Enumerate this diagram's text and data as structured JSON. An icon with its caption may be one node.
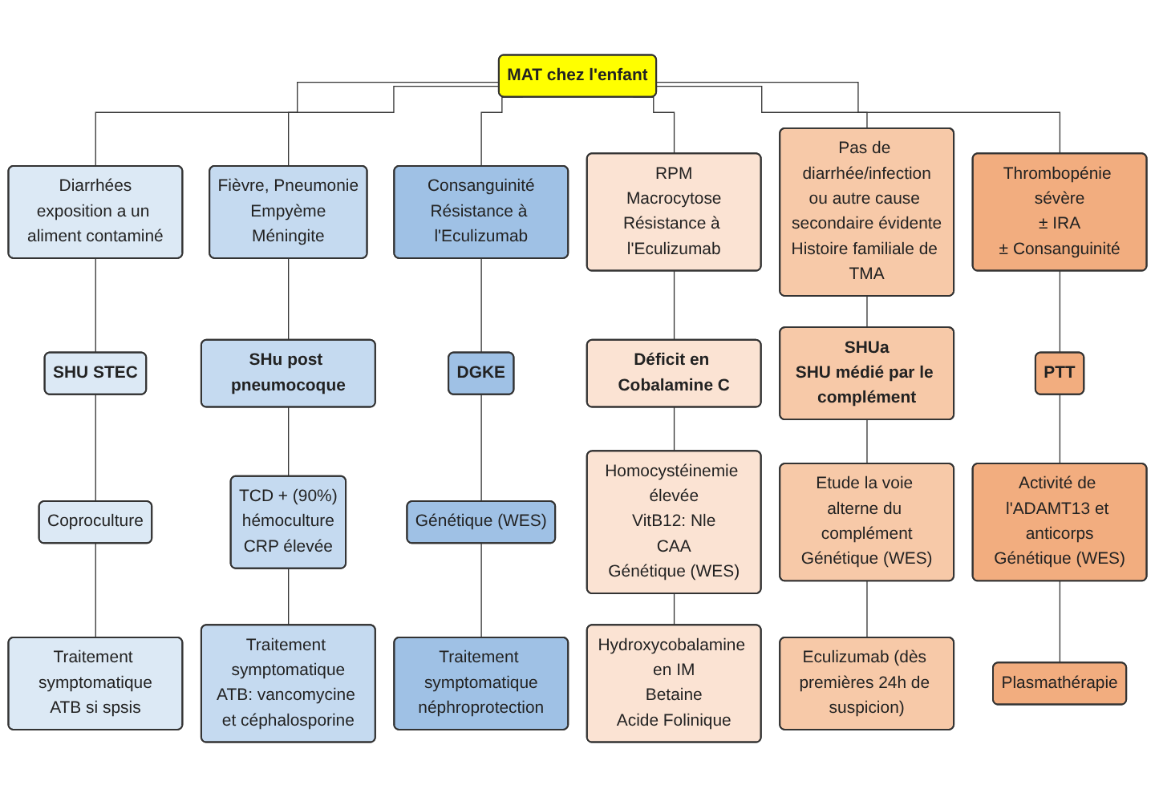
{
  "diagram": {
    "nodes": [
      {
        "text": [
          "MAT chez l'enfant"
        ]
      },
      {
        "text": [
          "Diarrhées",
          "exposition a un aliment contaminé"
        ]
      },
      {
        "text": [
          "Fièvre, Pneumonie",
          "Empyème",
          "Méningite"
        ]
      },
      {
        "text": [
          "Consanguinité",
          "Résistance à l'Eculizumab"
        ]
      },
      {
        "text": [
          "RPM",
          "Macrocytose",
          "Résistance à l'Eculizumab"
        ]
      },
      {
        "text": [
          "Pas de diarrhée/infection",
          "ou autre cause secondaire évidente",
          "Histoire familiale de TMA"
        ]
      },
      {
        "text": [
          "Thrombopénie sévère",
          "± IRA",
          "± Consanguinité"
        ]
      },
      {
        "text": [
          "SHU STEC"
        ]
      },
      {
        "text": [
          "SHu post pneumocoque"
        ]
      },
      {
        "text": [
          "DGKE"
        ]
      },
      {
        "text": [
          "Déficit en Cobalamine C"
        ]
      },
      {
        "text": [
          "SHUa",
          "SHU médié par le complément"
        ]
      },
      {
        "text": [
          "PTT"
        ]
      },
      {
        "text": [
          "Coproculture"
        ]
      },
      {
        "text": [
          "TCD + (90%)",
          "hémoculture",
          "CRP élevée"
        ]
      },
      {
        "text": [
          "Génétique (WES)"
        ]
      },
      {
        "text": [
          "Homocystéinemie élevée",
          "VitB12: Nle",
          "CAA",
          "Génétique (WES)"
        ]
      },
      {
        "text": [
          "Etude la voie alterne du complément",
          "Génétique (WES)"
        ]
      },
      {
        "text": [
          "Activité de l'ADAMT13 et anticorps",
          "Génétique (WES)"
        ]
      },
      {
        "text": [
          "Traitement symptomatique",
          "ATB si spsis"
        ]
      },
      {
        "text": [
          "Traitement symptomatique",
          "ATB: vancomycine et céphalosporine"
        ]
      },
      {
        "text": [
          "Traitement symptomatique",
          "néphroprotection"
        ]
      },
      {
        "text": [
          "Hydroxycobalamine en IM",
          "Betaine",
          "Acide Folinique"
        ]
      },
      {
        "text": [
          "Eculizumab (dès premières 24h de suspicion)"
        ]
      },
      {
        "text": [
          "Plasmathérapie"
        ]
      }
    ],
    "edges": [
      {
        "from": 0,
        "to": 1,
        "arrow": "none"
      },
      {
        "from": 0,
        "to": 2,
        "arrow": "none"
      },
      {
        "from": 0,
        "to": 3,
        "arrow": "none"
      },
      {
        "from": 0,
        "to": 4,
        "arrow": "none"
      },
      {
        "from": 0,
        "to": 5,
        "arrow": "none"
      },
      {
        "from": 0,
        "to": 6,
        "arrow": "none"
      },
      {
        "from": 1,
        "to": 7,
        "arrow": "none"
      },
      {
        "from": 2,
        "to": 8,
        "arrow": "none"
      },
      {
        "from": 3,
        "to": 9,
        "arrow": "none"
      },
      {
        "from": 4,
        "to": 10,
        "arrow": "none"
      },
      {
        "from": 5,
        "to": 11,
        "arrow": "none"
      },
      {
        "from": 6,
        "to": 12,
        "arrow": "none"
      },
      {
        "from": 7,
        "to": 13,
        "arrow": "none"
      },
      {
        "from": 8,
        "to": 14,
        "arrow": "none"
      },
      {
        "from": 9,
        "to": 15,
        "arrow": "none"
      },
      {
        "from": 10,
        "to": 16,
        "arrow": "none"
      },
      {
        "from": 11,
        "to": 17,
        "arrow": "none"
      },
      {
        "from": 12,
        "to": 18,
        "arrow": "none"
      },
      {
        "from": 13,
        "to": 19,
        "arrow": "none"
      },
      {
        "from": 14,
        "to": 20,
        "arrow": "none"
      },
      {
        "from": 15,
        "to": 21,
        "arrow": "none"
      },
      {
        "from": 16,
        "to": 22,
        "arrow": "none"
      },
      {
        "from": 17,
        "to": 23,
        "arrow": "none"
      },
      {
        "from": 18,
        "to": 24,
        "arrow": "none"
      }
    ]
  }
}
